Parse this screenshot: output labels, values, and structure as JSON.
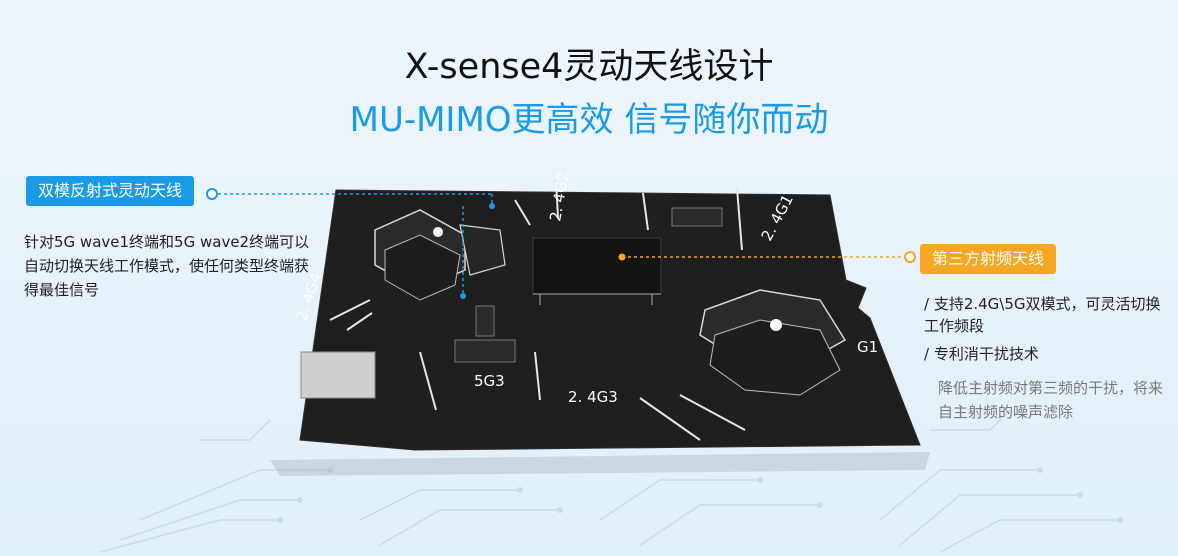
{
  "header": {
    "title": "X-sense4灵动天线设计",
    "subtitle": "MU-MIMO更高效 信号随你而动"
  },
  "left_callout": {
    "tag": "双模反射式灵动天线",
    "description": "针对5G wave1终端和5G wave2终端可以自动切换天线工作模式，使任何类型终端获得最佳信号"
  },
  "right_callout": {
    "tag": "第三方射频天线",
    "features": [
      "/ 支持2.4G\\5G双模式，可灵活切换工作频段",
      "/ 专利消干扰技术"
    ],
    "note": "降低主射频对第三频的干扰，将来自主射频的噪声滤除"
  },
  "board_labels": {
    "ant_5g3": "5G3",
    "ant_24g3": "2. 4G3",
    "ant_24g4": "2. 4G4",
    "ant_24g2": "2. 4G2",
    "ant_24g1": "2. 4G1",
    "ant_g1": "G1"
  },
  "colors": {
    "accent_blue": "#1a9be8",
    "accent_orange": "#f5a623",
    "board": "#1f1f1f"
  }
}
